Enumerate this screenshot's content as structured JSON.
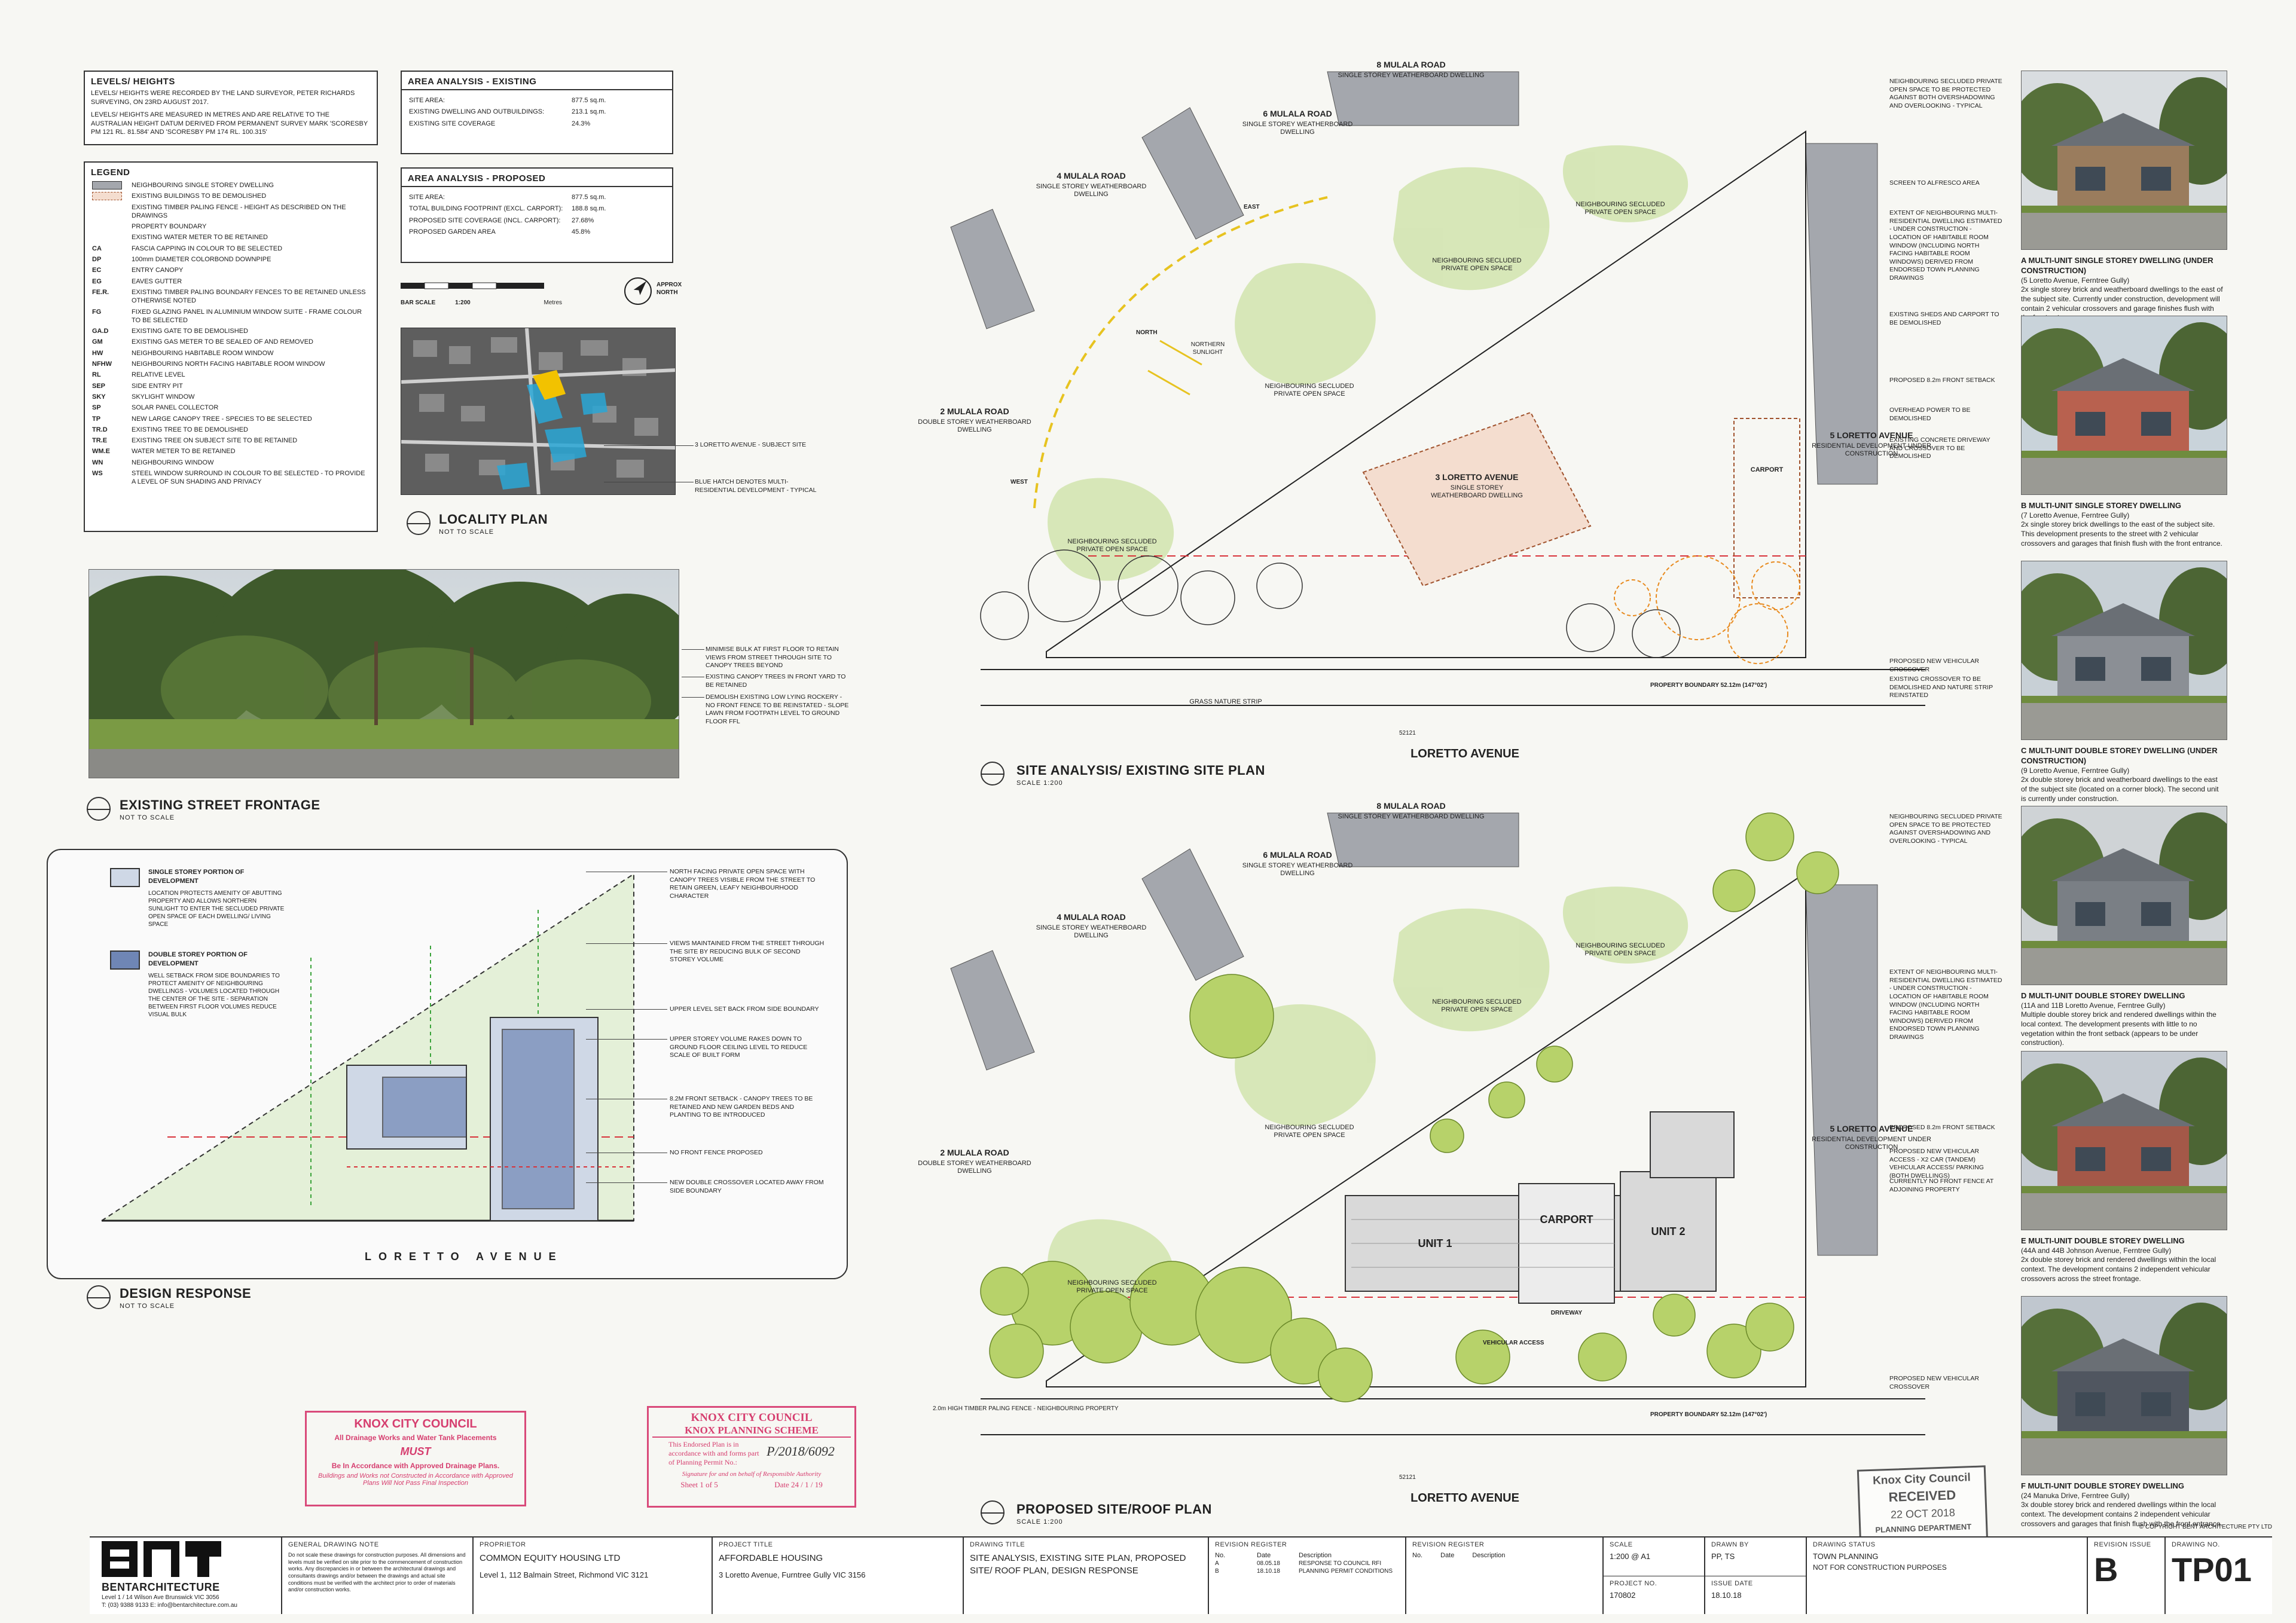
{
  "levels": {
    "title": "LEVELS/ HEIGHTS",
    "text1": "LEVELS/ HEIGHTS WERE RECORDED BY THE LAND SURVEYOR, PETER RICHARDS SURVEYING, ON 23RD AUGUST 2017.",
    "text2": "LEVELS/ HEIGHTS ARE MEASURED IN METRES AND ARE RELATIVE TO THE AUSTRALIAN HEIGHT DATUM DERIVED FROM PERMANENT SURVEY MARK 'SCORESBY PM 121 RL. 81.584' AND 'SCORESBY PM 174 RL. 100.315'"
  },
  "legend": {
    "title": "LEGEND",
    "items": [
      {
        "code": "",
        "text": "NEIGHBOURING SINGLE STOREY DWELLING"
      },
      {
        "code": "",
        "text": "EXISTING BUILDINGS TO BE DEMOLISHED"
      },
      {
        "code": "",
        "text": "EXISTING TIMBER PALING FENCE - HEIGHT AS DESCRIBED ON THE DRAWINGS"
      },
      {
        "code": "",
        "text": "PROPERTY BOUNDARY"
      },
      {
        "code": "",
        "text": "EXISTING WATER METER TO BE RETAINED"
      },
      {
        "code": "CA",
        "text": "FASCIA CAPPING IN COLOUR TO BE SELECTED"
      },
      {
        "code": "DP",
        "text": "100mm DIAMETER COLORBOND DOWNPIPE"
      },
      {
        "code": "EC",
        "text": "ENTRY CANOPY"
      },
      {
        "code": "EG",
        "text": "EAVES GUTTER"
      },
      {
        "code": "FE.R.",
        "text": "EXISTING TIMBER PALING BOUNDARY FENCES TO BE RETAINED UNLESS OTHERWISE NOTED"
      },
      {
        "code": "FG",
        "text": "FIXED GLAZING PANEL IN ALUMINIUM WINDOW SUITE - FRAME COLOUR TO BE SELECTED"
      },
      {
        "code": "GA.D",
        "text": "EXISTING GATE TO BE DEMOLISHED"
      },
      {
        "code": "GM",
        "text": "EXISTING GAS METER TO BE SEALED OF AND REMOVED"
      },
      {
        "code": "HW",
        "text": "NEIGHBOURING HABITABLE ROOM WINDOW"
      },
      {
        "code": "NFHW",
        "text": "NEIGHBOURING NORTH FACING HABITABLE ROOM WINDOW"
      },
      {
        "code": "RL",
        "text": "RELATIVE LEVEL"
      },
      {
        "code": "SEP",
        "text": "SIDE ENTRY PIT"
      },
      {
        "code": "SKY",
        "text": "SKYLIGHT WINDOW"
      },
      {
        "code": "SP",
        "text": "SOLAR PANEL COLLECTOR"
      },
      {
        "code": "TP",
        "text": "NEW LARGE CANOPY TREE - SPECIES TO BE SELECTED"
      },
      {
        "code": "TR.D",
        "text": "EXISTING TREE TO BE DEMOLISHED"
      },
      {
        "code": "TR.E",
        "text": "EXISTING TREE ON SUBJECT SITE TO BE RETAINED"
      },
      {
        "code": "WM.E",
        "text": "WATER METER TO BE RETAINED"
      },
      {
        "code": "WN",
        "text": "NEIGHBOURING WINDOW"
      },
      {
        "code": "WS",
        "text": "STEEL WINDOW SURROUND IN COLOUR TO BE SELECTED - TO PROVIDE A LEVEL OF SUN SHADING AND PRIVACY"
      }
    ]
  },
  "area_existing": {
    "title": "AREA ANALYSIS - EXISTING",
    "rows": [
      {
        "k": "SITE AREA:",
        "v": "877.5 sq.m."
      },
      {
        "k": "EXISTING DWELLING AND OUTBUILDINGS:",
        "v": "213.1 sq.m."
      },
      {
        "k": "EXISTING SITE COVERAGE",
        "v": "24.3%"
      }
    ]
  },
  "area_proposed": {
    "title": "AREA ANALYSIS - PROPOSED",
    "rows": [
      {
        "k": "SITE AREA:",
        "v": "877.5 sq.m."
      },
      {
        "k": "TOTAL BUILDING FOOTPRINT (EXCL. CARPORT):",
        "v": "188.8 sq.m."
      },
      {
        "k": "PROPOSED SITE COVERAGE (INCL. CARPORT):",
        "v": "27.68%"
      },
      {
        "k": "PROPOSED GARDEN AREA",
        "v": "45.8%"
      }
    ]
  },
  "scale_bar": {
    "label": "BAR SCALE",
    "ratio": "1:200",
    "unit": "Metres",
    "north": "APPROX NORTH"
  },
  "locality": {
    "title": "LOCALITY PLAN",
    "sub": "NOT TO SCALE",
    "note1": "3 LORETTO AVENUE - SUBJECT SITE",
    "note2": "BLUE HATCH DENOTES MULTI-RESIDENTIAL DEVELOPMENT - TYPICAL"
  },
  "street": {
    "title": "EXISTING STREET FRONTAGE",
    "sub": "NOT TO SCALE",
    "note1": "MINIMISE BULK AT FIRST FLOOR TO RETAIN VIEWS FROM STREET THROUGH SITE TO CANOPY TREES BEYOND",
    "note2": "EXISTING CANOPY TREES IN FRONT YARD TO BE RETAINED",
    "note3": "DEMOLISH EXISTING LOW LYING ROCKERY - NO FRONT FENCE TO BE REINSTATED - SLOPE LAWN FROM FOOTPATH LEVEL TO GROUND FLOOR FFL"
  },
  "design": {
    "title": "DESIGN RESPONSE",
    "sub": "NOT TO SCALE",
    "single_title": "SINGLE STOREY PORTION OF DEVELOPMENT",
    "single_text": "LOCATION PROTECTS AMENITY OF ABUTTING PROPERTY AND ALLOWS NORTHERN SUNLIGHT TO ENTER THE SECLUDED PRIVATE OPEN SPACE OF EACH DWELLING/ LIVING SPACE",
    "double_title": "DOUBLE STOREY PORTION OF DEVELOPMENT",
    "double_text": "WELL SETBACK FROM SIDE BOUNDARIES TO PROTECT AMENITY OF NEIGHBOURING DWELLINGS - VOLUMES LOCATED THROUGH THE CENTER OF THE SITE - SEPARATION BETWEEN FIRST FLOOR VOLUMES REDUCE VISUAL BULK",
    "street": "LORETTO AVENUE",
    "notes": [
      "NORTH FACING PRIVATE OPEN SPACE WITH CANOPY TREES VISIBLE FROM THE STREET TO RETAIN GREEN, LEAFY NEIGHBOURHOOD CHARACTER",
      "VIEWS MAINTAINED FROM THE STREET THROUGH THE SITE BY REDUCING BULK OF SECOND STOREY VOLUME",
      "UPPER LEVEL SET BACK FROM SIDE BOUNDARY",
      "UPPER STOREY VOLUME RAKES DOWN TO GROUND FLOOR CEILING LEVEL TO REDUCE SCALE OF BUILT FORM",
      "8.2M FRONT SETBACK - CANOPY TREES TO BE RETAINED AND NEW GARDEN BEDS AND PLANTING TO BE INTRODUCED",
      "NO FRONT FENCE PROPOSED",
      "NEW DOUBLE CROSSOVER LOCATED AWAY FROM SIDE BOUNDARY"
    ]
  },
  "site_analysis": {
    "title": "SITE ANALYSIS/ EXISTING SITE PLAN",
    "scale": "SCALE 1:200",
    "street": "LORETTO AVENUE",
    "mulala8": "8 MULALA ROAD",
    "mulala8_sub": "SINGLE STOREY WEATHERBOARD DWELLING",
    "mulala6": "6 MULALA ROAD",
    "mulala6_sub": "SINGLE STOREY WEATHERBOARD DWELLING",
    "mulala4": "4 MULALA ROAD",
    "mulala4_sub": "SINGLE STOREY WEATHERBOARD DWELLING",
    "mulala2": "2 MULALA ROAD",
    "mulala2_sub": "DOUBLE STOREY WEATHERBOARD DWELLING",
    "loretto5": "5 LORETTO AVENUE",
    "loretto5_sub": "RESIDENTIAL DEVELOPMENT UNDER CONSTRUCTION",
    "loretto3": "3 LORETTO AVENUE",
    "loretto3_sub": "SINGLE STOREY WEATHERBOARD DWELLING",
    "carport": "CARPORT",
    "pos": "NEIGHBOURING SECLUDED PRIVATE OPEN SPACE",
    "nature_strip": "GRASS NATURE STRIP",
    "boundary": "PROPERTY BOUNDARY 52.12m (147°02')",
    "dimension": "52121",
    "east": "EAST",
    "north": "NORTH",
    "west": "WEST",
    "sunlight": "NORTHERN SUNLIGHT",
    "notes": [
      "NEIGHBOURING SECLUDED PRIVATE OPEN SPACE TO BE PROTECTED AGAINST BOTH OVERSHADOWING AND OVERLOOKING - TYPICAL",
      "SCREEN TO ALFRESCO AREA",
      "EXTENT OF NEIGHBOURING MULTI-RESIDENTIAL DWELLING ESTIMATED - UNDER CONSTRUCTION - LOCATION OF HABITABLE ROOM WINDOW (INCLUDING NORTH FACING HABITABLE ROOM WINDOWS) DERIVED FROM ENDORSED TOWN PLANNING DRAWINGS",
      "EXISTING SHEDS AND CARPORT TO BE DEMOLISHED",
      "PROPOSED 8.2m FRONT SETBACK",
      "OVERHEAD POWER TO BE DEMOLISHED",
      "EXISTING CONCRETE DRIVEWAY AND CROSSOVER TO BE DEMOLISHED",
      "PROPOSED NEW VEHICULAR CROSSOVER",
      "EXISTING CROSSOVER TO BE DEMOLISHED AND NATURE STRIP REINSTATED"
    ]
  },
  "proposed": {
    "title": "PROPOSED SITE/ROOF PLAN",
    "scale": "SCALE 1:200",
    "street": "LORETTO AVENUE",
    "unit1": "UNIT 1",
    "unit2": "UNIT 2",
    "carport": "CARPORT",
    "driveway": "DRIVEWAY",
    "vehicular": "VEHICULAR ACCESS",
    "fence": "2.0m HIGH TIMBER PALING FENCE - NEIGHBOURING PROPERTY",
    "boundary": "PROPERTY BOUNDARY 52.12m (147°02')",
    "dimension": "52121",
    "notes": [
      "NEIGHBOURING SECLUDED PRIVATE OPEN SPACE TO BE PROTECTED AGAINST OVERSHADOWING AND OVERLOOKING - TYPICAL",
      "EXTENT OF NEIGHBOURING MULTI-RESIDENTIAL DWELLING ESTIMATED - UNDER CONSTRUCTION - LOCATION OF HABITABLE ROOM WINDOW (INCLUDING NORTH FACING HABITABLE ROOM WINDOWS) DERIVED FROM ENDORSED TOWN PLANNING DRAWINGS",
      "PROPOSED 8.2m FRONT SETBACK",
      "PROPOSED NEW VEHICULAR ACCESS - X2 CAR (TANDEM) VEHICULAR ACCESS/ PARKING (BOTH DWELLINGS)",
      "CURRENTLY NO FRONT FENCE AT ADJOINING PROPERTY",
      "PROPOSED NEW VEHICULAR CROSSOVER"
    ]
  },
  "photos": [
    {
      "title": "A MULTI-UNIT SINGLE STOREY DWELLING (UNDER CONSTRUCTION)",
      "addr": "(5 Loretto Avenue, Ferntree Gully)",
      "text": "2x single storey brick and weatherboard dwellings to the east of the subject site. Currently under construction, development will contain 2 vehicular crossovers and garage finishes flush with the front entrance."
    },
    {
      "title": "B MULTI-UNIT SINGLE STOREY DWELLING",
      "addr": "(7 Loretto Avenue, Ferntree Gully)",
      "text": "2x single storey brick dwellings to the east of the subject site. This development presents to the street with 2 vehicular crossovers and garages that finish flush with the front entrance."
    },
    {
      "title": "C MULTI-UNIT DOUBLE STOREY DWELLING (UNDER CONSTRUCTION)",
      "addr": "(9 Loretto Avenue, Ferntree Gully)",
      "text": "2x double storey brick and weatherboard dwellings to the east of the subject site (located on a corner block). The second unit is currently under construction."
    },
    {
      "title": "D MULTI-UNIT DOUBLE STOREY DWELLING",
      "addr": "(11A and 11B Loretto Avenue, Ferntree Gully)",
      "text": "Multiple double storey brick and rendered dwellings within the local context. The development presents with little to no vegetation within the front setback (appears to be under construction)."
    },
    {
      "title": "E MULTI-UNIT DOUBLE STOREY DWELLING",
      "addr": "(44A and 44B Johnson Avenue, Ferntree Gully)",
      "text": "2x double storey brick and rendered dwellings within the local context. The development contains 2 independent vehicular crossovers across the street frontage."
    },
    {
      "title": "F MULTI-UNIT DOUBLE STOREY DWELLING",
      "addr": "(24 Manuka Drive, Ferntree Gully)",
      "text": "3x double storey brick and rendered dwellings within the local context. The development contains 2 independent vehicular crossovers and garages that finish flush with the front entrance."
    }
  ],
  "stamps": {
    "knox1_title": "KNOX CITY COUNCIL",
    "knox1_l1": "All Drainage Works and Water Tank Placements",
    "knox1_must": "MUST",
    "knox1_l2": "Be In Accordance with Approved Drainage Plans.",
    "knox1_l3": "Buildings and Works not Constructed in Accordance with Approved Plans Will Not Pass Final Inspection",
    "knox2_title": "KNOX CITY COUNCIL",
    "knox2_sub": "KNOX PLANNING SCHEME",
    "knox2_l1": "This Endorsed Plan is in accordance with and forms part of Planning Permit No.:",
    "knox2_permit": "P/2018/6092",
    "knox2_l2": "Signature for and on behalf of Responsible Authority",
    "knox2_sheet": "Sheet 1 of 5",
    "knox2_date": "Date 24 / 1 / 19",
    "received_l1": "Knox City Council",
    "received_l2": "RECEIVED",
    "received_date": "22 OCT 2018",
    "received_dept": "PLANNING DEPARTMENT"
  },
  "titleblock": {
    "firm": "BENTARCHITECTURE",
    "firm_addr": "Level 1 / 14 Wilson Ave Brunswick VIC 3056",
    "firm_contact": "T: (03) 9388 9133  E: info@bentarchitecture.com.au",
    "gen_note_cap": "GENERAL DRAWING NOTE",
    "gen_note": "Do not scale these drawings for construction purposes. All dimensions and levels must be verified on site prior to the commencement of construction works. Any discrepancies in or between the architectural drawings and consultants drawings and/or between the drawings and actual site conditions must be verified with the architect prior to order of materials and/or construction works.",
    "proprietor_cap": "PROPRIETOR",
    "proprietor": "COMMON EQUITY HOUSING LTD",
    "proprietor_addr": "Level 1, 112 Balmain Street, Richmond VIC 3121",
    "project_cap": "PROJECT TITLE",
    "project": "AFFORDABLE HOUSING",
    "project_addr": "3 Loretto Avenue, Furntree Gully VIC 3156",
    "drawing_cap": "DRAWING TITLE",
    "drawing": "SITE ANALYSIS, EXISTING SITE PLAN, PROPOSED SITE/ ROOF PLAN, DESIGN RESPONSE",
    "rev1_cap": "REVISION REGISTER",
    "rev_head": [
      "No.",
      "Date",
      "Description"
    ],
    "rev_rows": [
      [
        "A",
        "08.05.18",
        "RESPONSE TO COUNCIL RFI"
      ],
      [
        "B",
        "18.10.18",
        "PLANNING PERMIT CONDITIONS"
      ]
    ],
    "rev2_cap": "REVISION REGISTER",
    "scale_cap": "SCALE",
    "scale": "1:200 @ A1",
    "drawn_cap": "DRAWN BY",
    "drawn": "PP, TS",
    "projno_cap": "PROJECT NO.",
    "projno": "170802",
    "issue_cap": "ISSUE DATE",
    "issue": "18.10.18",
    "status_cap": "DRAWING STATUS",
    "status": "TOWN PLANNING",
    "status_sub": "NOT FOR CONSTRUCTION PURPOSES",
    "revissue_cap": "REVISION ISSUE",
    "revissue": "B",
    "drawno_cap": "DRAWING NO.",
    "drawno": "TP01",
    "copyright": "© COPYRIGHT BENT ARCHITECTURE PTY LTD"
  }
}
